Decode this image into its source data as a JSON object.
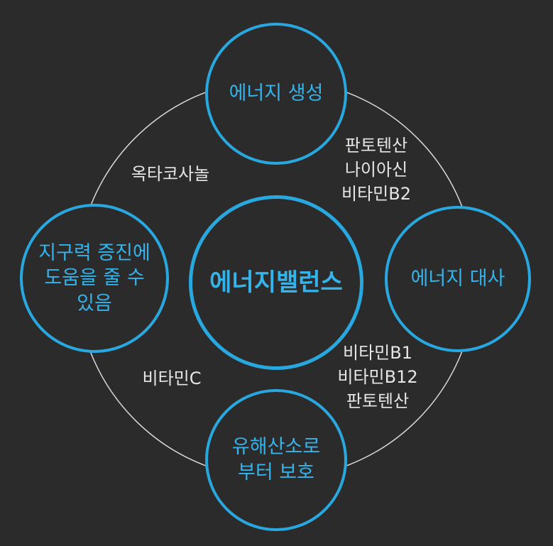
{
  "colors": {
    "background": "#2b2b2b",
    "accent": "#29a8e0",
    "node_text": "#35b3ea",
    "label_text": "#e6e6e6",
    "ring": "#d8d8d8"
  },
  "center": {
    "label": "에너지밸런스"
  },
  "nodes": {
    "top": "에너지 생성",
    "right": "에너지 대사",
    "bottom": "유해산소로\n부터 보호",
    "left": "지구력 증진에\n도움을 줄 수\n있음"
  },
  "labels": {
    "top_right": [
      "판토텐산",
      "나이아신",
      "비타민B2"
    ],
    "bottom_right": [
      "비타민B1",
      "비타민B12",
      "판토텐산"
    ],
    "top_left": [
      "옥타코사놀"
    ],
    "bottom_left": [
      "비타민C"
    ]
  }
}
